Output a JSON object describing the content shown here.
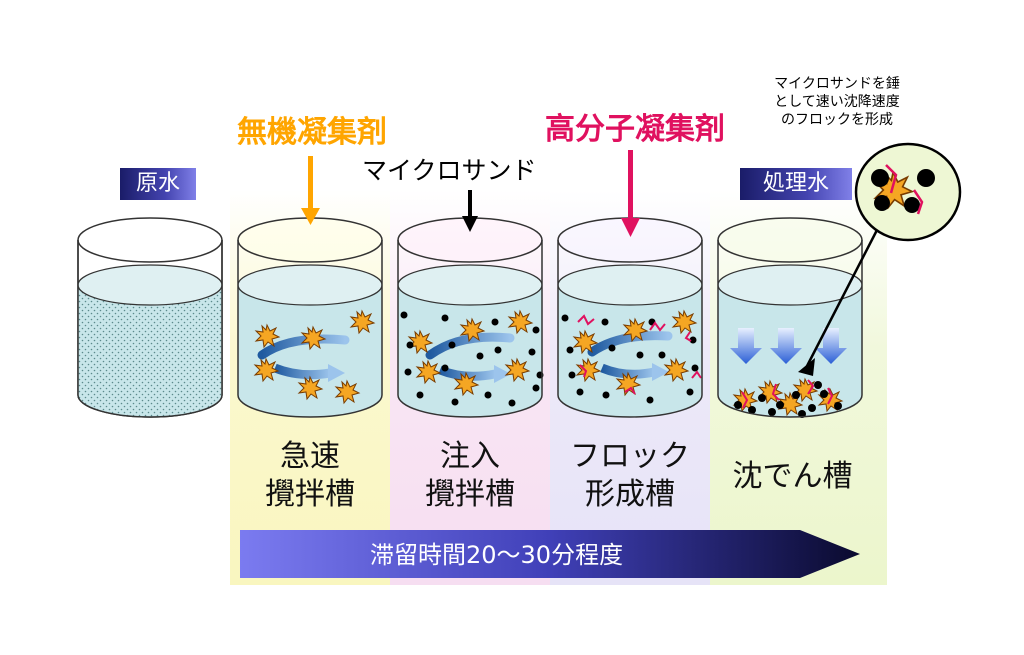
{
  "colors": {
    "inorganic": "#ffa500",
    "polymer": "#e0115f",
    "water": "#c8e6ea",
    "panel_rapid": "#fbf7c6",
    "panel_inject": "#f7e4f3",
    "panel_floc": "#ece8f8",
    "panel_settle": "#eef7d4",
    "floc_fill": "#f5a623",
    "sand": "#000000",
    "settle_arrow": "#3f6fd0"
  },
  "labels": {
    "raw_water": "原水",
    "treated_water": "処理水",
    "inorganic_coagulant": "無機凝集剤",
    "microsand": "マイクロサンド",
    "polymer_coagulant": "高分子凝集剤",
    "note_line1": "マイクロサンドを錘",
    "note_line2": "として速い沈降速度",
    "note_line3": "のフロックを形成"
  },
  "tanks": [
    {
      "label_line1": "急速",
      "label_line2": "攪拌槽"
    },
    {
      "label_line1": "注入",
      "label_line2": "攪拌槽"
    },
    {
      "label_line1": "フロック",
      "label_line2": "形成槽"
    },
    {
      "label_line1": "沈でん槽",
      "label_line2": ""
    }
  ],
  "timebar": {
    "text": "滞留時間20～30分程度"
  }
}
